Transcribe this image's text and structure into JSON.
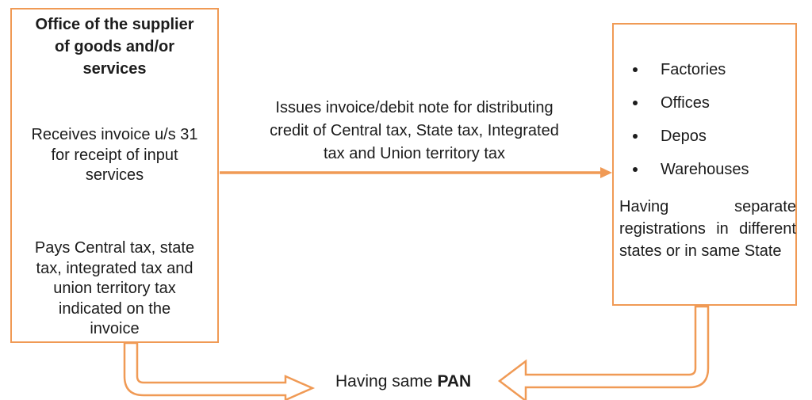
{
  "colors": {
    "accent": "#F09A55",
    "ink": "#1c1c1c"
  },
  "left_box": {
    "title_lines": [
      "Office of the supplier",
      "of goods and/or",
      "services"
    ],
    "step1_lines": [
      "Receives invoice u/s 31",
      "for receipt of input",
      "services"
    ],
    "step2_lines": [
      "Pays Central tax, state",
      "tax, integrated tax and",
      "union territory tax",
      "indicated on the",
      "invoice"
    ]
  },
  "connector": {
    "label_lines": [
      "Issues invoice/debit note for distributing",
      "credit of Central tax, State tax, Integrated",
      "tax and Union territory tax"
    ]
  },
  "right_box": {
    "bullets": [
      "Factories",
      "Offices",
      "Depos",
      "Warehouses"
    ],
    "note": "Having separate registrations in different states or in same State"
  },
  "bottom": {
    "prefix": "Having same",
    "bold": "PAN"
  }
}
